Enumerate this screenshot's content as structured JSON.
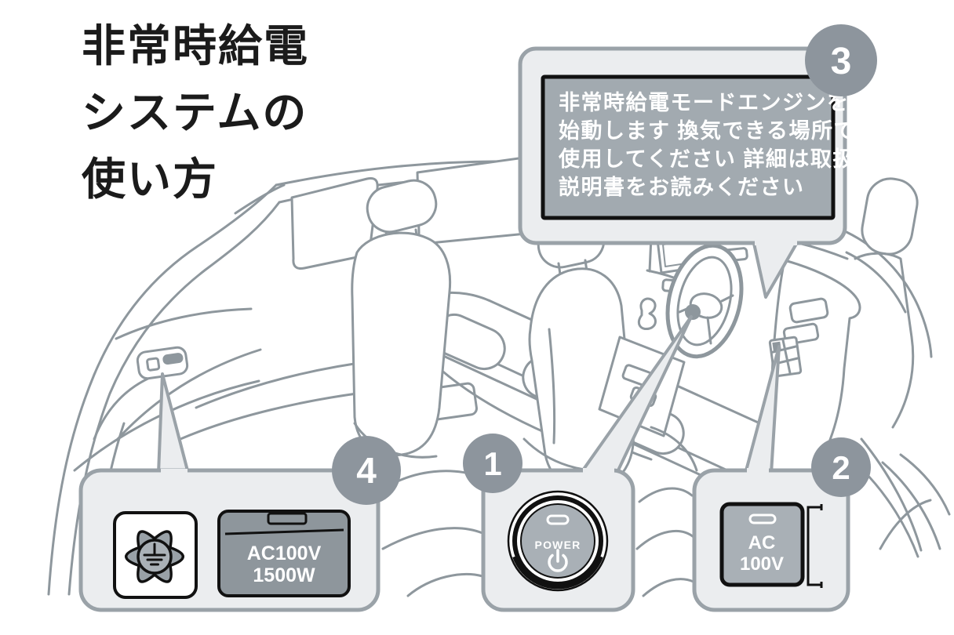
{
  "title": {
    "lines": [
      "非常時給電",
      "システムの",
      "使い方"
    ]
  },
  "callouts": {
    "screen": {
      "number": "3",
      "lines": [
        "非常時給電モードエンジンを",
        "始動します 換気できる場所で",
        "使用してください 詳細は取扱",
        "説明書をお読みください"
      ]
    },
    "power_button": {
      "number": "1",
      "label": "POWER"
    },
    "front_outlet": {
      "number": "2",
      "line1": "AC",
      "line2": "100V"
    },
    "rear_outlet": {
      "number": "4",
      "line1": "AC100V",
      "line2": "1500W"
    }
  },
  "colors": {
    "car_line": "#8e979d",
    "panel_fill": "#ebedef",
    "panel_border": "#9aa2a8",
    "badge_fill": "#8d959d",
    "screen_bg": "#a2aab0",
    "outlet_cover": "#8e969c",
    "button_disc": "#a9b0b6",
    "title_text": "#1b1b1b"
  }
}
